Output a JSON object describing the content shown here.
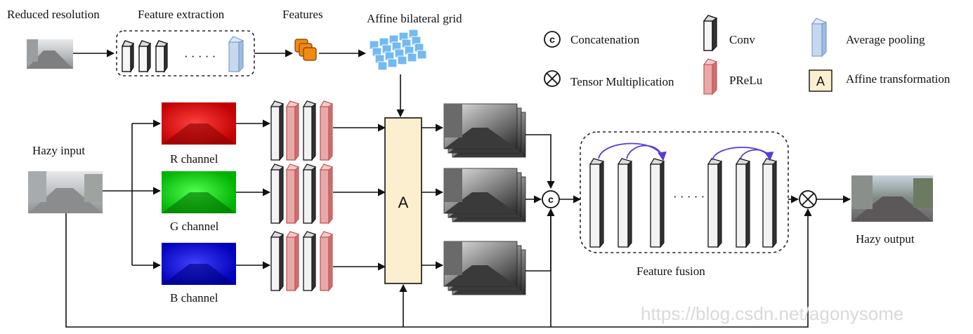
{
  "labels": {
    "reduced_resolution": "Reduced resolution",
    "feature_extraction": "Feature extraction",
    "features": "Features",
    "affine_bilateral_grid": "Affine bilateral grid",
    "hazy_input": "Hazy input",
    "r_channel": "R channel",
    "g_channel": "G channel",
    "b_channel": "B channel",
    "affine_block_letter": "A",
    "feature_fusion": "Feature fusion",
    "hazy_output": "Hazy output",
    "dots": "· · · · ·",
    "fusion_dots": "· · · · ·"
  },
  "legend": {
    "concatenation": "Concatenation",
    "concat_symbol": "c",
    "tensor_multiplication": "Tensor Multiplication",
    "conv": "Conv",
    "prelu": "PReLu",
    "average_pooling": "Average pooling",
    "affine_transformation": "Affine transformation",
    "affine_symbol": "A"
  },
  "watermark": "https://blog.csdn.net/agonysome",
  "colors": {
    "prelu": "#e8a9a9",
    "conv": "#f2f2f2",
    "avgpool": "#c6d8f0",
    "affine_block": "#fbefcf",
    "features": "#f08a10",
    "grid": "#5aaef0",
    "fusion_arrow": "#5a3ad8"
  }
}
